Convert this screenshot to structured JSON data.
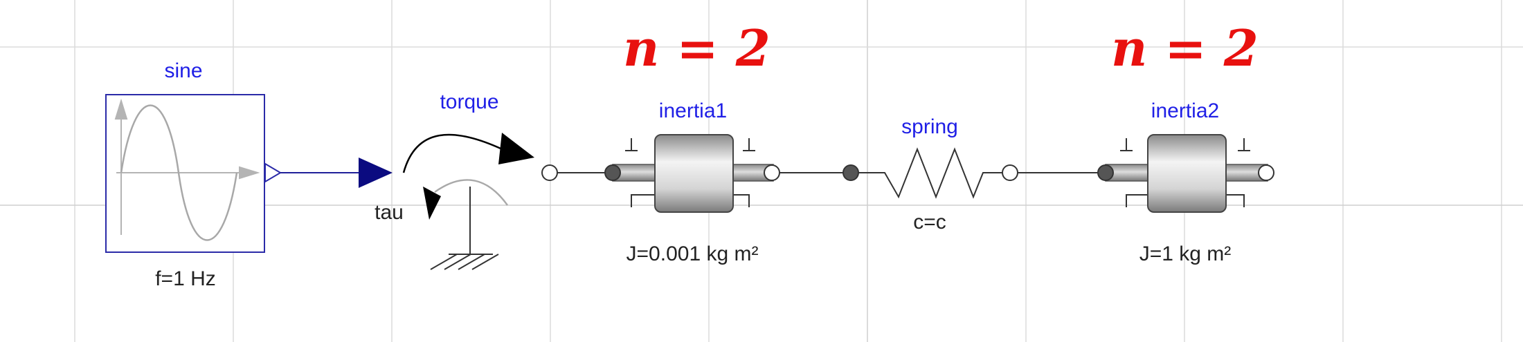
{
  "annotations": {
    "n_left": "n = 2",
    "n_right": "n = 2"
  },
  "components": {
    "sine": {
      "name": "sine",
      "param": "f=1 Hz"
    },
    "torque": {
      "name": "torque",
      "input_label": "tau"
    },
    "inertia1": {
      "name": "inertia1",
      "param": "J=0.001 kg m²"
    },
    "spring": {
      "name": "spring",
      "param": "c=c"
    },
    "inertia2": {
      "name": "inertia2",
      "param": "J=1 kg m²"
    }
  },
  "colors": {
    "component_label": "#1f1fe6",
    "annotation": "#e8110f",
    "signal_line": "#1f1f99",
    "grid": "#dcdcdc"
  }
}
